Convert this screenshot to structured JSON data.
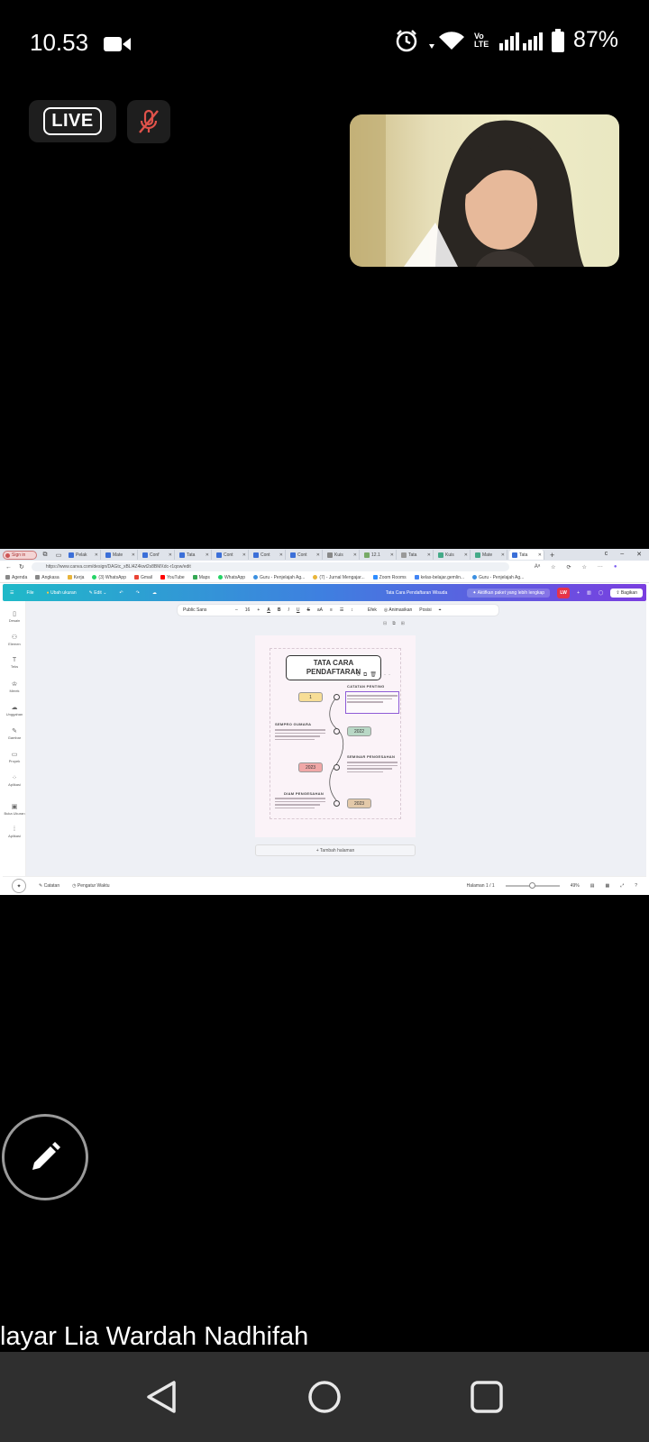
{
  "status_bar": {
    "time": "10.53",
    "network_label": "Vo LTE",
    "battery_percent": "87%"
  },
  "call": {
    "live_label": "LIVE",
    "mic_state": "muted"
  },
  "browser": {
    "profile_tab": "Sign in",
    "tabs": [
      "Pelak",
      "Mate",
      "Conf",
      "Tata",
      "Cont",
      "Cont",
      "Cont",
      "Kuis",
      "12.1",
      "Tata",
      "Kuis",
      "Mate",
      "Tata"
    ],
    "url": "https://www.canva.com/design/DAGtc_xBLl4Z4kwt2s8BMXdc-r1qow/edit",
    "bookmarks": [
      "Agenda",
      "Angkasa",
      "Kerja",
      "(3) WhatsApp",
      "Gmail",
      "YouTube",
      "Maps",
      "WhatsApp",
      "Guru - Penjelajah Ag...",
      "(7) - Jurnal Mengajar...",
      "Zoom Rooms",
      "kelas-belajar.gemlin...",
      "Guru - Penjelajah Ag..."
    ]
  },
  "canva": {
    "file_menu": "File",
    "resize_label": "Ubah ukuran",
    "edit_label": "Edit",
    "doc_title": "Tata Cara Pendaftaran Wisuda",
    "activate_label": "Aktifkan paket yang lebih lengkap",
    "avatar_initials": "LW",
    "share_label": "Bagikan",
    "sidebar": [
      "Desain",
      "Elemen",
      "Teks",
      "Merek",
      "Unggahan",
      "Gambar",
      "Proyek",
      "Aplikasi",
      "Buka Ukuran",
      "Aplikasi"
    ],
    "toolbar": {
      "font": "Public Sans",
      "size": "16",
      "effects": "Efek",
      "animate": "Animasikan",
      "position": "Posisi"
    },
    "design": {
      "title_line1": "TATA CARA",
      "title_line2": "PENDAFTARAN",
      "step1_label": "1",
      "step2_label": "2022",
      "step3_label": "2023",
      "step4_label": "2023",
      "heading_right1": "CATATAN PENTING",
      "heading_left1": "SEMPRO GUMARA",
      "heading_right2": "SEMINAR PENGESAHAN",
      "heading_left2": "DIAM PENGESAHAN"
    },
    "add_page": "+ Tambah halaman",
    "bottom": {
      "notes": "Catatan",
      "timer": "Pengatur Waktu",
      "page_indicator": "Halaman 1 / 1",
      "zoom": "49%"
    }
  },
  "caption": "layar Lia Wardah Nadhifah",
  "colors": {
    "step_yellow": "#f7dd96",
    "step_green": "#b9d8c6",
    "step_red": "#f0a7a7",
    "step_tan": "#e3c9a9",
    "canva_gradient_start": "#1fb9c8",
    "canva_gradient_end": "#7a3ee0"
  }
}
